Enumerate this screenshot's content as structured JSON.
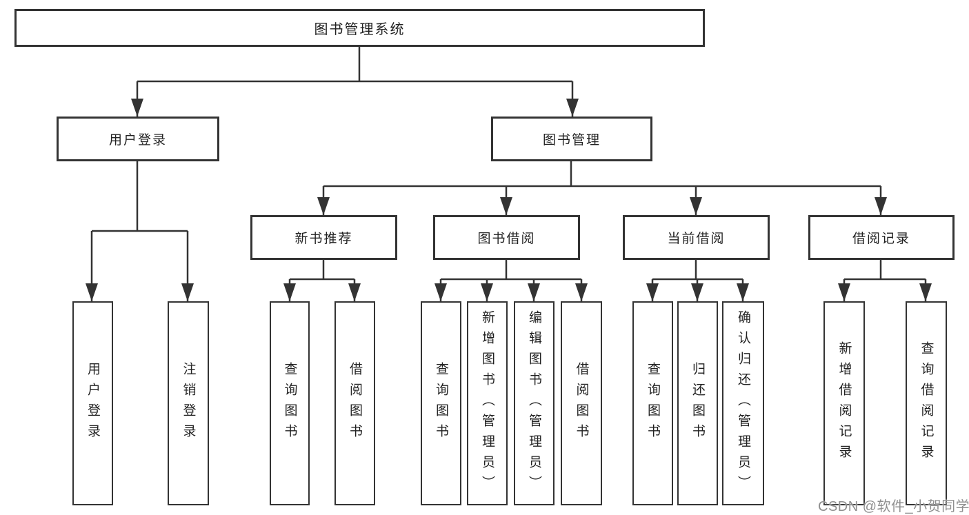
{
  "diagram": {
    "root": {
      "label": "图书管理系统"
    },
    "branches": [
      {
        "label": "用户登录",
        "children": [
          {
            "label": "用户登录"
          },
          {
            "label": "注销登录"
          }
        ]
      },
      {
        "label": "图书管理",
        "children": [
          {
            "label": "新书推荐",
            "children": [
              {
                "label": "查询图书"
              },
              {
                "label": "借阅图书"
              }
            ]
          },
          {
            "label": "图书借阅",
            "children": [
              {
                "label": "查询图书"
              },
              {
                "label": "新增图书（管理员）"
              },
              {
                "label": "编辑图书（管理员）"
              },
              {
                "label": "借阅图书"
              }
            ]
          },
          {
            "label": "当前借阅",
            "children": [
              {
                "label": "查询图书"
              },
              {
                "label": "归还图书"
              },
              {
                "label": "确认归还（管理员）"
              }
            ]
          },
          {
            "label": "借阅记录",
            "children": [
              {
                "label": "新增借阅记录"
              },
              {
                "label": "查询借阅记录"
              }
            ]
          }
        ]
      }
    ]
  },
  "watermark": "CSDN @软件_小贺同学",
  "colors": {
    "line": "#333333",
    "box_border": "#333333",
    "text": "#222222",
    "watermark": "#8f8f8f",
    "background": "#ffffff"
  }
}
